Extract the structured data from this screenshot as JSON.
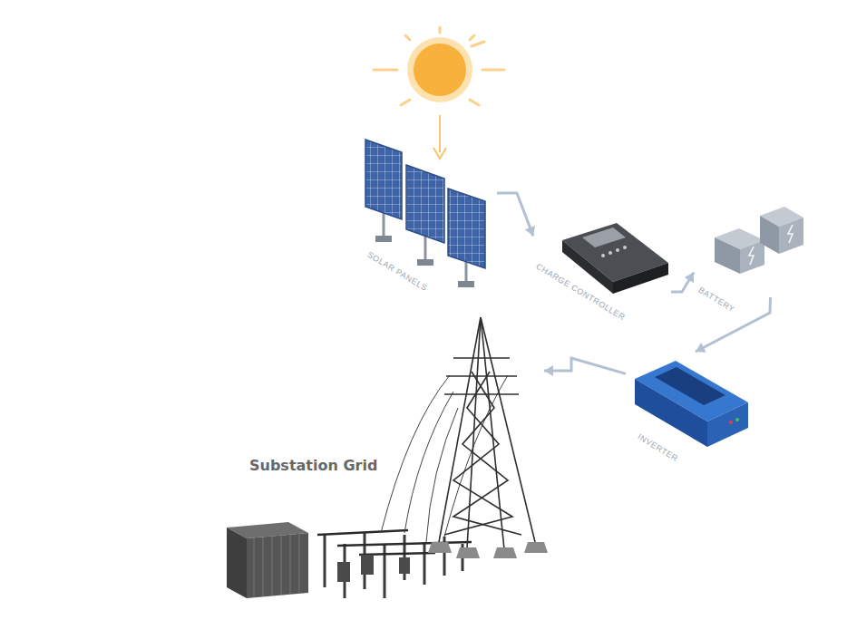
{
  "diagram": {
    "nodes": [
      {
        "text": [
          "SOLAR PANELS"
        ]
      },
      {
        "text": [
          "CHARGE CONTROLLER"
        ]
      },
      {
        "text": [
          "BATTERY"
        ]
      },
      {
        "text": [
          "INVERTER"
        ]
      },
      {
        "text": [
          "Substation Grid"
        ]
      }
    ],
    "edges": [
      {
        "from": 0,
        "to": 1,
        "arrow": "to"
      },
      {
        "from": 1,
        "to": 2,
        "arrow": "to"
      },
      {
        "from": 2,
        "to": 3,
        "arrow": "to"
      },
      {
        "from": 3,
        "to": 4,
        "arrow": "to"
      }
    ]
  }
}
